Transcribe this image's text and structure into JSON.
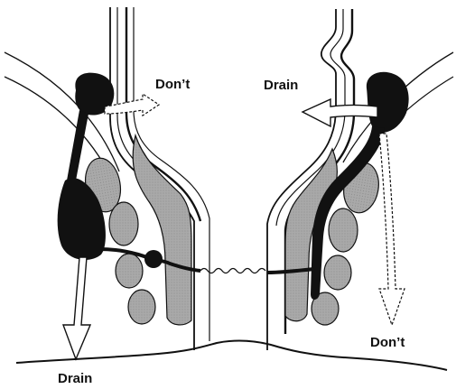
{
  "labels": {
    "top_left": "Don’t",
    "top_right": "Drain",
    "bottom_left": "Drain",
    "bottom_right": "Don’t"
  },
  "colors": {
    "ink": "#111111",
    "gray_fill": "#a9a9a9",
    "background": "#ffffff"
  },
  "icons": {
    "solid_arrow": "arrow-hollow-solid-outline",
    "dashed_arrow": "arrow-hollow-dashed-outline"
  }
}
